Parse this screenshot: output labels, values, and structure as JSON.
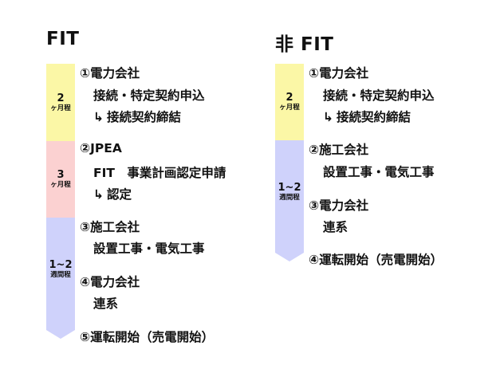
{
  "colors": {
    "yellow": "#fbf7a6",
    "pink": "#fbd1d1",
    "lavender": "#cfd2fb"
  },
  "left": {
    "title": "FIT",
    "bars": [
      {
        "dur": "2",
        "unit": "ヶ月程"
      },
      {
        "dur": "3",
        "unit": "ヶ月程"
      },
      {
        "dur": "1~2",
        "unit": "週間程"
      }
    ],
    "steps": {
      "s1": "①電力会社",
      "s1_l1": "接続・特定契約申込",
      "s1_l2": "接続契約締結",
      "s2": "②JPEA",
      "s2_l1": "FIT　事業計画認定申請",
      "s2_l2": "認定",
      "s3": "③施工会社",
      "s3_l1": "設置工事・電気工事",
      "s4": "④電力会社",
      "s4_l1": "連系",
      "s5": "⑤運転開始（売電開始）"
    }
  },
  "right": {
    "title": "非 FIT",
    "bars": [
      {
        "dur": "2",
        "unit": "ヶ月程"
      },
      {
        "dur": "1~2",
        "unit": "週間程"
      }
    ],
    "steps": {
      "s1": "①電力会社",
      "s1_l1": "接続・特定契約申込",
      "s1_l2": "接続契約締結",
      "s2": "②施工会社",
      "s2_l1": "設置工事・電気工事",
      "s3": "③電力会社",
      "s3_l1": "連系",
      "s4": "④運転開始（売電開始）"
    }
  },
  "arrow_glyph": "↳"
}
